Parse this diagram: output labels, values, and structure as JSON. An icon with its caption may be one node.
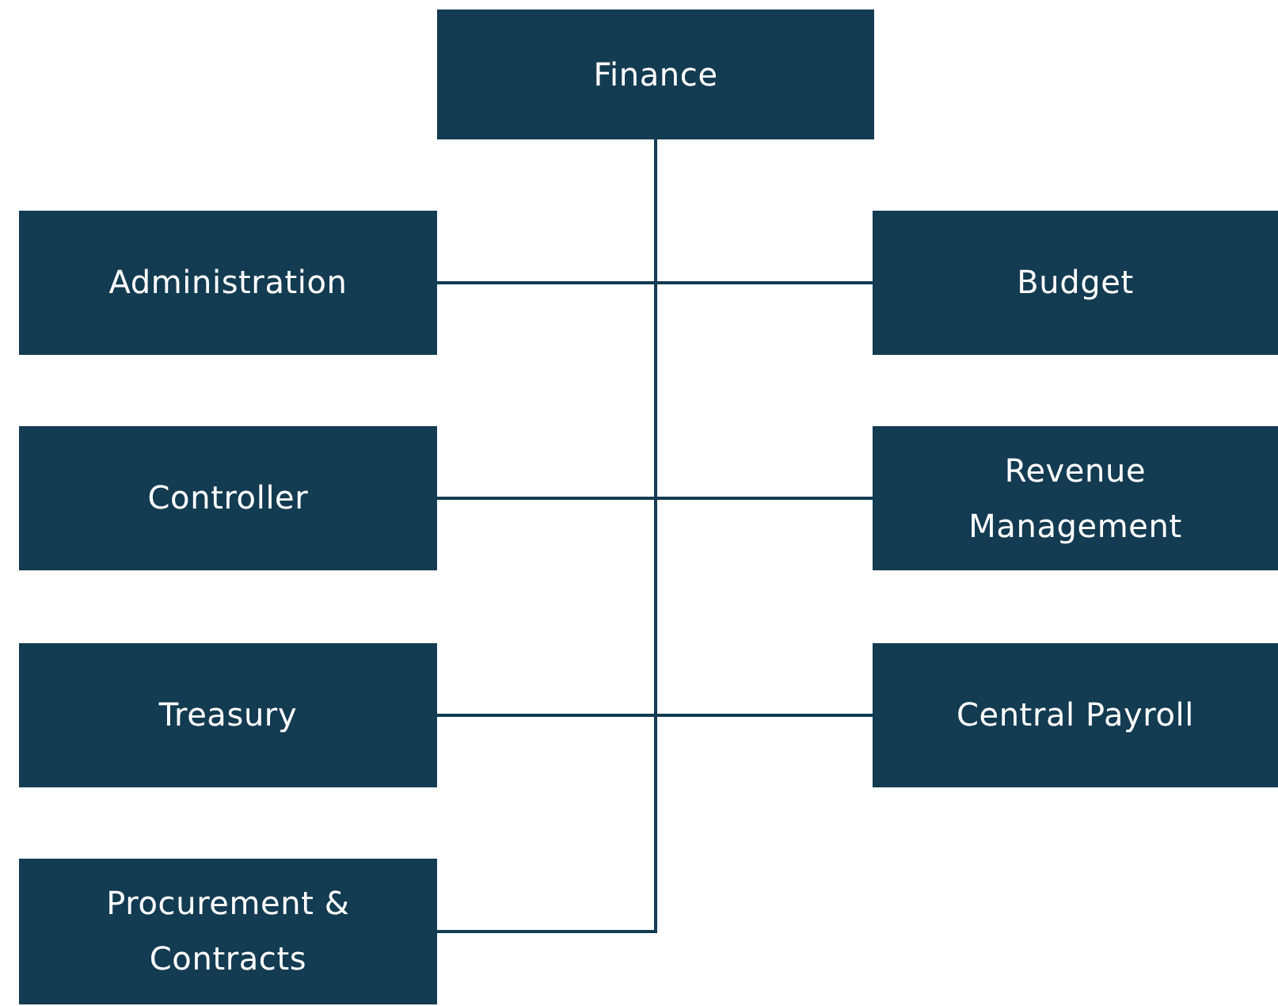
{
  "diagram": {
    "nodes": [
      {
        "text": [
          "Finance"
        ]
      },
      {
        "text": [
          "Administration"
        ]
      },
      {
        "text": [
          "Budget"
        ]
      },
      {
        "text": [
          "Controller"
        ]
      },
      {
        "text": [
          "Revenue Management"
        ]
      },
      {
        "text": [
          "Treasury"
        ]
      },
      {
        "text": [
          "Central Payroll"
        ]
      },
      {
        "text": [
          "Procurement & Contracts"
        ]
      }
    ],
    "edges": [
      {
        "from": 0,
        "to": 1,
        "arrow": "none"
      },
      {
        "from": 0,
        "to": 2,
        "arrow": "none"
      },
      {
        "from": 0,
        "to": 3,
        "arrow": "none"
      },
      {
        "from": 0,
        "to": 4,
        "arrow": "none"
      },
      {
        "from": 0,
        "to": 5,
        "arrow": "none"
      },
      {
        "from": 0,
        "to": 6,
        "arrow": "none"
      },
      {
        "from": 0,
        "to": 7,
        "arrow": "none"
      }
    ]
  }
}
